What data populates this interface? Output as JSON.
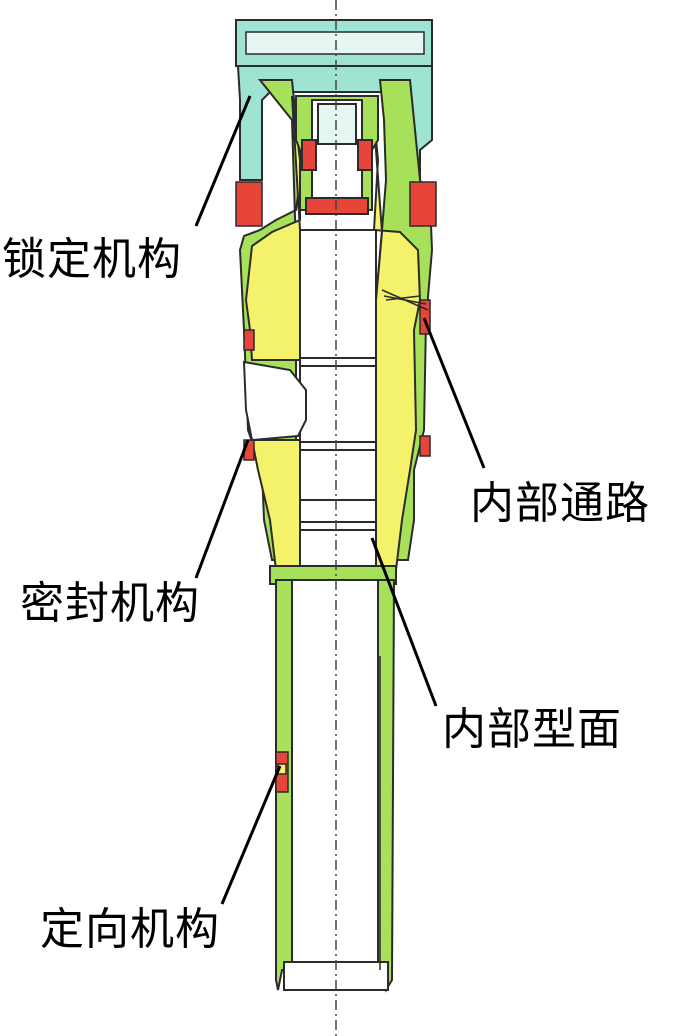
{
  "labels": {
    "lock_mechanism": "锁定机构",
    "internal_flow_path": "内部通路",
    "seal_mechanism": "密封机构",
    "internal_profile": "内部型面",
    "orientation_mechanism": "定向机构"
  },
  "colors": {
    "top_cap": "#9fe3d2",
    "green_body": "#a7e15a",
    "yellow_mandrel": "#f3f26a",
    "red_seals": "#e8453a",
    "bore": "#ffffff",
    "outline": "#2b2b2b",
    "centerline": "#444444"
  }
}
